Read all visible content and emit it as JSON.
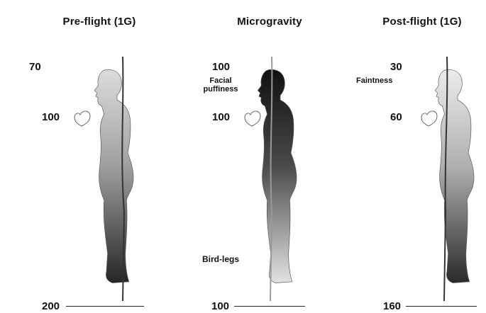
{
  "panels": [
    {
      "id": "preflight",
      "title": "Pre-flight (1G)",
      "values": {
        "head": "70",
        "chest": "100",
        "feet": "200"
      },
      "notes": {
        "head_note": "",
        "leg_note": ""
      },
      "gradient": [
        "#dcdcdc",
        "#9a9a9a",
        "#2b2b2b"
      ]
    },
    {
      "id": "microgravity",
      "title": "Microgravity",
      "values": {
        "head": "100",
        "chest": "100",
        "feet": "100"
      },
      "notes": {
        "head_note_line1": "Facial",
        "head_note_line2": "puffiness",
        "leg_note": "Bird-legs"
      },
      "gradient": [
        "#1a1a1a",
        "#6a6a6a",
        "#d8d8d8"
      ]
    },
    {
      "id": "postflight",
      "title": "Post-flight (1G)",
      "values": {
        "head": "30",
        "chest": "60",
        "feet": "160"
      },
      "notes": {
        "head_note": "Faintness",
        "leg_note": ""
      },
      "gradient": [
        "#e6e6e6",
        "#a8a8a8",
        "#303030"
      ]
    }
  ]
}
